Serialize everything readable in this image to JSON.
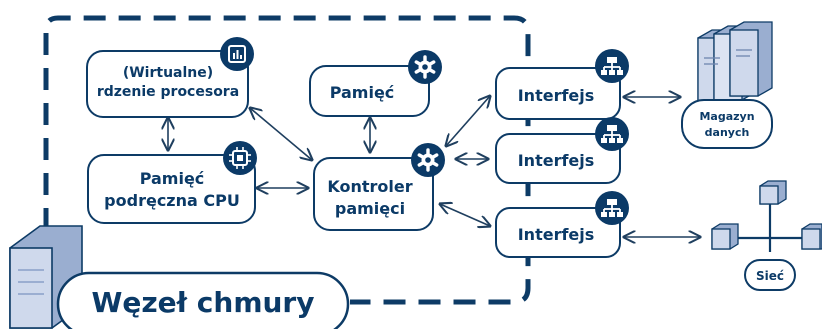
{
  "title": "Węzeł chmury",
  "nodes": {
    "cores_line1": "(Wirtualne)",
    "cores_line2": "rdzenie procesora",
    "memory": "Pamięć",
    "cache_line1": "Pamięć",
    "cache_line2": "podręczna CPU",
    "controller_line1": "Kontroler",
    "controller_line2": "pamięci",
    "interface1": "Interfejs",
    "interface2": "Interfejs",
    "interface3": "Interfejs"
  },
  "storage": {
    "line1": "Magazyn",
    "line2": "danych"
  },
  "network": {
    "label": "Sieć"
  },
  "colors": {
    "navy": "#0b3a67",
    "border": "#0d3b66",
    "arrow": "#1f3f5f",
    "server_fill": "#cfd9ec",
    "server_side": "#9aaed0"
  }
}
